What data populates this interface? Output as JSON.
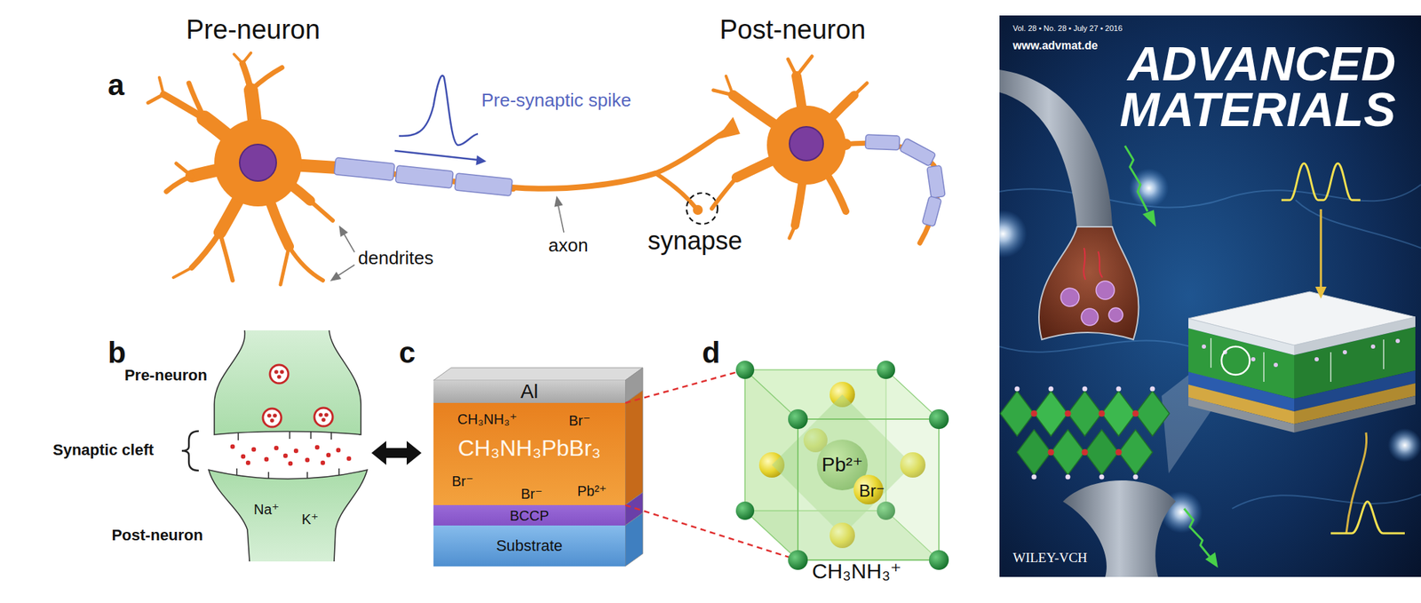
{
  "diagram": {
    "nodes": [
      {
        "text": [
          "Pre-neuron"
        ]
      },
      {
        "text": [
          "Post-neuron",
          "Na⁺",
          "K⁺"
        ]
      },
      {
        "text": [
          "Al"
        ]
      },
      {
        "text": [
          "CH₃NH₃⁺",
          "Br⁻",
          "CH₃NH₃PbBr₃",
          "Br⁻",
          "Br⁻",
          "Pb²⁺"
        ]
      },
      {
        "text": [
          "BCCP"
        ]
      },
      {
        "text": [
          "Substrate"
        ]
      },
      {
        "text": [
          "Pb²⁺",
          "Br⁻"
        ]
      },
      {
        "text": [
          "Vol. 28 • No. 28 • July 27 • 2016",
          "www.advmat.de",
          "ADVANCED MATERIALS",
          "WILEY-VCH"
        ]
      }
    ],
    "edges": [
      {
        "from": 3,
        "to": 6,
        "arrow": "none"
      },
      {
        "from": 3,
        "to": 6,
        "arrow": "none"
      }
    ],
    "labels": [
      "Pre-neuron",
      "Post-neuron",
      "a",
      "Pre-synaptic spike",
      "dendrites",
      "axon",
      "synapse",
      "b",
      "Synaptic cleft",
      "c",
      "d",
      "CH₃NH₃⁺"
    ]
  }
}
